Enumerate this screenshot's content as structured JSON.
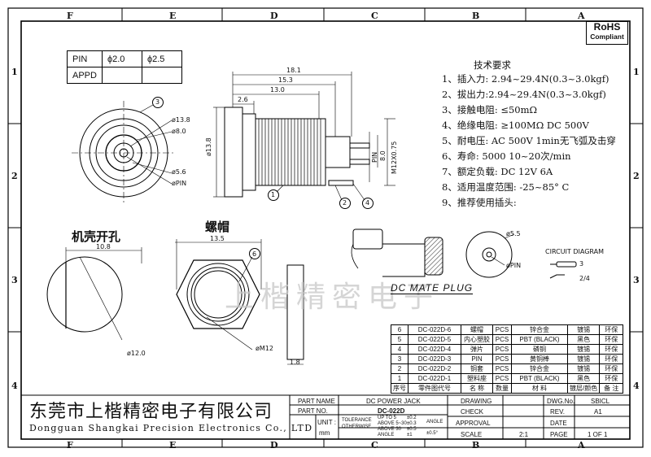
{
  "frame": {
    "columns": [
      "F",
      "E",
      "D",
      "C",
      "B",
      "A"
    ],
    "rows": [
      "1",
      "2",
      "3",
      "4"
    ]
  },
  "rohs": {
    "line1": "RoHS",
    "line2": "Compliant"
  },
  "pin_table": {
    "row1": [
      "PIN",
      "ϕ2.0",
      "ϕ2.5"
    ],
    "row2": [
      "APPD",
      "",
      ""
    ]
  },
  "requirements": {
    "title": "技术要求",
    "items": [
      "1、插入力: 2.94~29.4N(0.3~3.0kgf)",
      "2、拔出力:2.94~29.4N(0.3~3.0kgf)",
      "3、接触电阻: ≤50mΩ",
      "4、绝缘电阻: ≥100MΩ  DC  500V",
      "5、耐电压: AC  500V  1min无飞弧及击穿",
      "6、寿命: 5000 10~20次/min",
      "7、额定负载: DC  12V  6A",
      "8、适用温度范围: -25~85° C",
      "9、推荐使用插头:"
    ]
  },
  "front_view": {
    "d1": "ø13.8",
    "d2": "ø8.0",
    "d3": "ø5.6",
    "d4": "øPIN",
    "balloon": "3"
  },
  "side_view": {
    "dims_top": [
      "18.1",
      "15.3",
      "13.0",
      "2.6"
    ],
    "dim_left": "ø13.8",
    "dim_thread": "M12X0.75",
    "dim_pin": "PIN",
    "dim_len": "8.0",
    "balloons": [
      "1",
      "2",
      "4"
    ]
  },
  "panel_cut": {
    "title": "机壳开孔",
    "width": "10.8",
    "dia": "ø12.0"
  },
  "nut": {
    "title": "螺帽",
    "width": "13.5",
    "dia": "øM12",
    "thickness": "1.8",
    "balloon": "6"
  },
  "plug": {
    "dia": "ø5.5",
    "pin": "øPIN",
    "label": "DC MATE PLUG"
  },
  "circuit": {
    "title": "CIRCUIT DIAGRAM",
    "pin_a": "3",
    "pin_b": "2/4"
  },
  "watermark": "上楷精密电子",
  "bom": {
    "rows": [
      [
        "6",
        "DC-022D-6",
        "螺帽",
        "PCS",
        "锌合金",
        "镀锡",
        "环保"
      ],
      [
        "5",
        "DC-022D-5",
        "内心塑胶",
        "PCS",
        "PBT (BLACK)",
        "黑色",
        "环保"
      ],
      [
        "4",
        "DC-022D-4",
        "弹片",
        "PCS",
        "磷铜",
        "镀锡",
        "环保"
      ],
      [
        "3",
        "DC-022D-3",
        "PIN",
        "PCS",
        "黄铜棒",
        "镀锡",
        "环保"
      ],
      [
        "2",
        "DC-022D-2",
        "铜套",
        "PCS",
        "锌合金",
        "镀锡",
        "环保"
      ],
      [
        "1",
        "DC-022D-1",
        "塑料座",
        "PCS",
        "PBT (BLACK)",
        "黑色",
        "环保"
      ]
    ],
    "header": [
      "序号",
      "零件图代号",
      "名 称",
      "数量",
      "材 料",
      "镀层/颜色",
      "备 注"
    ]
  },
  "title_block": {
    "company_cn": "东莞市上楷精密电子有限公司",
    "company_en": "Dongguan Shangkai Precision Electronics Co., LTD",
    "part_name_label": "PART NAME",
    "part_name": "DC POWER JACK",
    "part_no_label": "PART NO.",
    "part_no": "DC-022D",
    "unit_label": "UNIT :",
    "unit": "mm",
    "tolerance_label": "TOLERANCE",
    "otherwise_label": "OTHERWISE",
    "tol_rows": [
      "UP TO 5",
      "ABOVE 5~30",
      "ABOVE 30"
    ],
    "tol_vals": [
      "±0.2",
      "±0.3",
      "±0.5"
    ],
    "angle_label": "ANGLE",
    "angle_val": "±0.5°",
    "angle_row": "ANGLE",
    "angle_row_val": "±1",
    "drawing": "DRAWING",
    "check": "CHECK",
    "approval": "APPROVAL",
    "scale_label": "SCALE",
    "scale": "2:1",
    "dwg_no_label": "DWG.No.",
    "dwg_no": "SBICL",
    "rev_label": "REV.",
    "rev": "A1",
    "date_label": "DATE",
    "page_label": "PAGE",
    "page": "1 OF 1"
  },
  "colors": {
    "ink": "#111111",
    "watermark": "#c8c8c8",
    "hatch": "#444444"
  }
}
